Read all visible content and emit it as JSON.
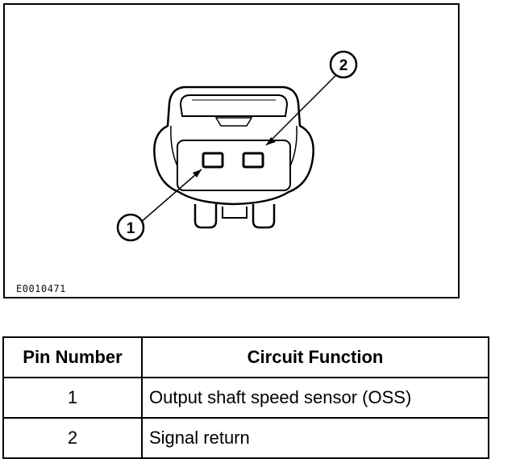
{
  "figure": {
    "id_label": "E0010471",
    "callouts": [
      {
        "number": "1"
      },
      {
        "number": "2"
      }
    ]
  },
  "table": {
    "headers": {
      "pin": "Pin Number",
      "function": "Circuit Function"
    },
    "rows": [
      {
        "pin": "1",
        "function": "Output shaft speed sensor (OSS)"
      },
      {
        "pin": "2",
        "function": "Signal return"
      }
    ]
  }
}
